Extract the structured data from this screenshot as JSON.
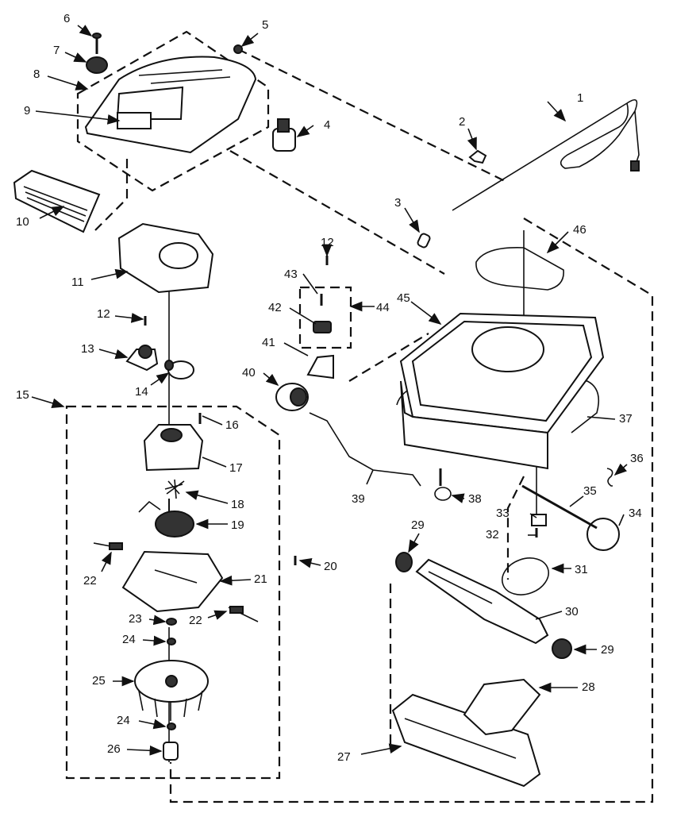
{
  "diagram": {
    "callouts": {
      "n1": "1",
      "n2": "2",
      "n3": "3",
      "n4": "4",
      "n5": "5",
      "n6": "6",
      "n7": "7",
      "n8": "8",
      "n9": "9",
      "n10": "10",
      "n11": "11",
      "n12a": "12",
      "n12b": "12",
      "n13": "13",
      "n14": "14",
      "n15": "15",
      "n16": "16",
      "n17": "17",
      "n18": "18",
      "n19": "19",
      "n20": "20",
      "n21": "21",
      "n22a": "22",
      "n22b": "22",
      "n23": "23",
      "n24a": "24",
      "n24b": "24",
      "n25": "25",
      "n26": "26",
      "n27": "27",
      "n28": "28",
      "n29a": "29",
      "n29b": "29",
      "n30": "30",
      "n31": "31",
      "n32": "32",
      "n33": "33",
      "n34": "34",
      "n35": "35",
      "n36": "36",
      "n37": "37",
      "n38": "38",
      "n39": "39",
      "n40": "40",
      "n41": "41",
      "n42": "42",
      "n43": "43",
      "n44": "44",
      "n45": "45",
      "n46": "46"
    }
  }
}
